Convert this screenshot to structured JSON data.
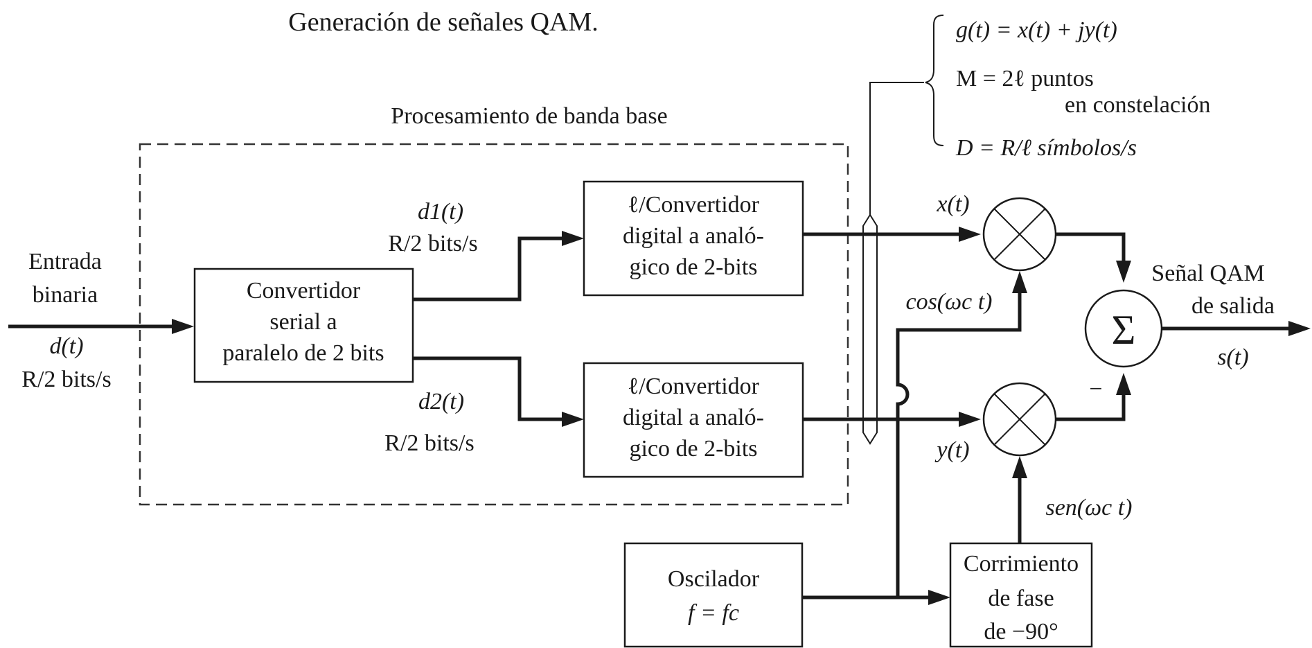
{
  "title": "Generación de señales QAM.",
  "equations": {
    "g": "g(t) = x(t) + jy(t)",
    "m_main": "M = 2ℓ puntos",
    "m_cont": "en constelación",
    "d": "D = R/ℓ  símbolos/s"
  },
  "baseband": {
    "label": "Procesamiento de banda base"
  },
  "input": {
    "line1": "Entrada",
    "line2": "binaria",
    "signal": "d(t)",
    "rate": "R/2 bits/s"
  },
  "serial_converter": {
    "line1": "Convertidor",
    "line2": "serial a",
    "line3": "paralelo de 2 bits"
  },
  "d1": {
    "signal": "d1(t)",
    "rate": "R/2 bits/s"
  },
  "d2": {
    "signal": "d2(t)",
    "rate": "R/2 bits/s"
  },
  "dac_top": {
    "line1": "ℓ/Convertidor",
    "line2": "digital a analó-",
    "line3": "gico de 2-bits"
  },
  "dac_bottom": {
    "line1": "ℓ/Convertidor",
    "line2": "digital a analó-",
    "line3": "gico de 2-bits"
  },
  "x_label": "x(t)",
  "y_label": "y(t)",
  "cos_label": "cos(ωc t)",
  "sin_label": "sen(ωc t)",
  "summer": {
    "symbol": "Σ",
    "minus_sign": "−"
  },
  "output": {
    "line1": "Señal QAM",
    "line2": "de salida",
    "signal": "s(t)"
  },
  "oscillator": {
    "line1": "Oscilador",
    "line2": "f = fc"
  },
  "phase_shift": {
    "line1": "Corrimiento",
    "line2": "de fase",
    "line3": "de −90°"
  }
}
